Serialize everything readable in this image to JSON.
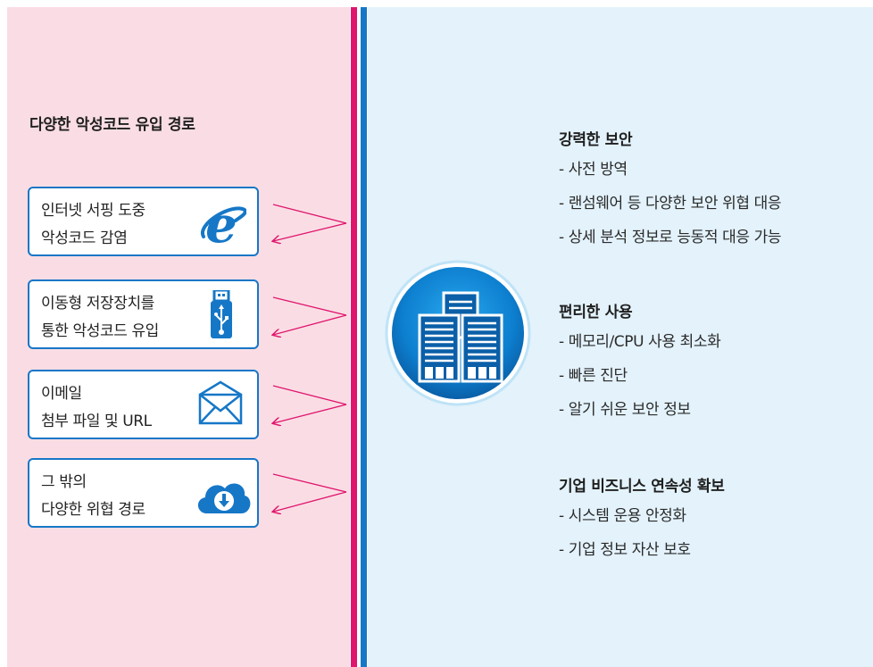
{
  "left": {
    "title": "다양한 악성코드 유입 경로",
    "threats": [
      {
        "line1": "인터넷 서핑 도중",
        "line2": "악성코드 감염",
        "icon": "internet-explorer-icon"
      },
      {
        "line1": "이동형 저장장치를",
        "line2": "통한 악성코드 유입",
        "icon": "usb-drive-icon"
      },
      {
        "line1": "이메일",
        "line2": "첨부 파일 및 URL",
        "icon": "envelope-icon"
      },
      {
        "line1": "그 밖의",
        "line2": "다양한 위협 경로",
        "icon": "cloud-download-icon"
      }
    ]
  },
  "center": {
    "icon": "buildings-icon"
  },
  "right": {
    "groups": [
      {
        "title": "강력한 보안",
        "items": [
          "- 사전 방역",
          "- 랜섬웨어 등 다양한 보안 위협 대응",
          "- 상세 분석 정보로 능동적 대응 가능"
        ]
      },
      {
        "title": "편리한 사용",
        "items": [
          "- 메모리/CPU 사용 최소화",
          "- 빠른 진단",
          "- 알기 쉬운 보안 정보"
        ]
      },
      {
        "title": "기업 비즈니스 연속성 확보",
        "items": [
          "- 시스템 운용 안정화",
          "- 기업 정보 자산 보호"
        ]
      }
    ]
  },
  "colors": {
    "left_bg": "#fadde4",
    "right_bg": "#e3f2fb",
    "accent_red": "#e0166e",
    "accent_blue": "#1677c7"
  }
}
